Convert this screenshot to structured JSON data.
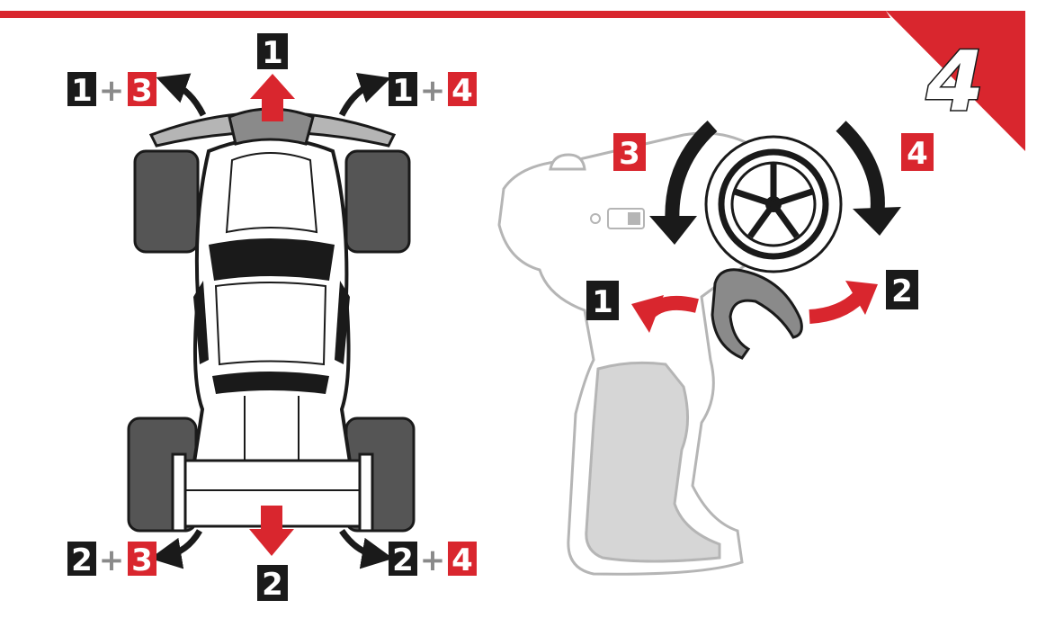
{
  "step_number": "4",
  "colors": {
    "accent_red": "#d9262e",
    "dark": "#1a1a1a",
    "plus_gray": "#8a8a8a",
    "tire_gray": "#555555",
    "light_gray": "#cfcfcf"
  },
  "car_labels": {
    "forward": "1",
    "backward": "2",
    "forward_left": {
      "a": "1",
      "plus": "+",
      "b": "3"
    },
    "forward_right": {
      "a": "1",
      "plus": "+",
      "b": "4"
    },
    "backward_left": {
      "a": "2",
      "plus": "+",
      "b": "3"
    },
    "backward_right": {
      "a": "2",
      "plus": "+",
      "b": "4"
    }
  },
  "controller_labels": {
    "wheel_left": "3",
    "wheel_right": "4",
    "trigger_pull": "1",
    "trigger_push": "2"
  }
}
